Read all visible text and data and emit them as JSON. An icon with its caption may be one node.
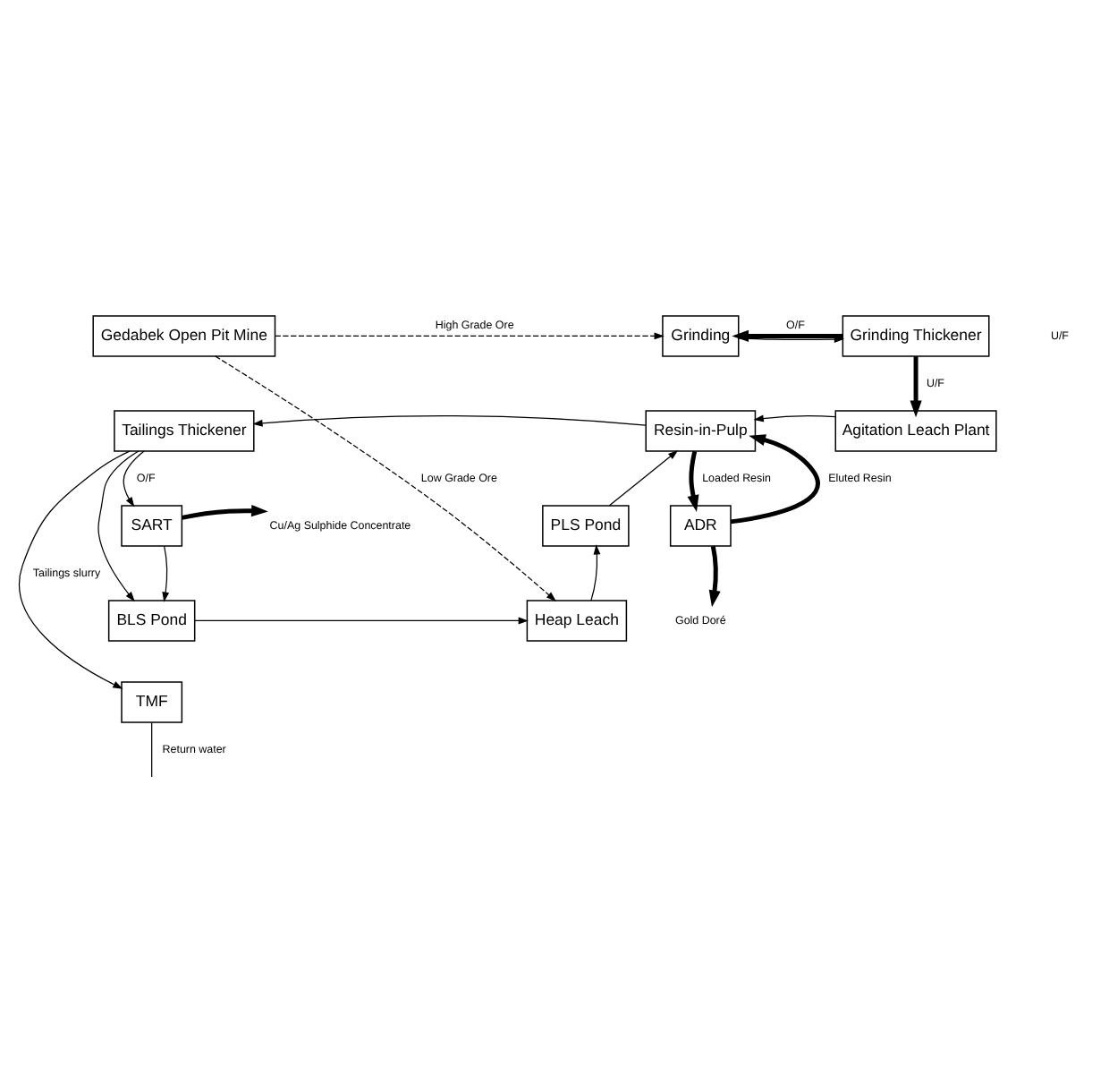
{
  "diagram": {
    "nodes": [
      {
        "text": [
          "Gedabek Open Pit Mine"
        ]
      },
      {
        "text": [
          "Grinding"
        ]
      },
      {
        "text": [
          "Grinding Thickener"
        ]
      },
      {
        "text": [
          "Resin-in-Pulp"
        ]
      },
      {
        "text": [
          "Agitation Leach Plant"
        ]
      },
      {
        "text": [
          "Tailings Thickener"
        ]
      },
      {
        "text": [
          "ADR"
        ]
      },
      {
        "text": [
          "SART"
        ]
      },
      {
        "text": [
          "BLS Pond"
        ]
      },
      {
        "text": [
          "PLS Pond"
        ]
      },
      {
        "text": [
          "Heap Leach"
        ]
      },
      {
        "text": [
          "TMF"
        ]
      },
      {
        "text": [
          "Gold Doré"
        ]
      },
      {
        "text": [
          "Cu/Ag Sulphide Concentrate"
        ]
      }
    ],
    "edges": [
      {
        "from": 0,
        "to": 1,
        "arrow": "to",
        "label": "High Grade Ore",
        "style": "dashed"
      },
      {
        "from": 0,
        "to": 10,
        "arrow": "to",
        "label": "Low Grade Ore",
        "style": "dashed"
      },
      {
        "from": 1,
        "to": 2,
        "arrow": "to"
      },
      {
        "from": 2,
        "to": 1,
        "arrow": "to",
        "label": "O/F",
        "style": "thick"
      },
      {
        "from": 2,
        "to": 4,
        "arrow": "to",
        "label": "U/F",
        "style": "thick"
      },
      {
        "from": 4,
        "to": 3,
        "arrow": "to"
      },
      {
        "from": 9,
        "to": 3,
        "arrow": "to"
      },
      {
        "from": 3,
        "to": 5,
        "arrow": "to"
      },
      {
        "from": 3,
        "to": 6,
        "arrow": "to",
        "label": "Loaded Resin",
        "style": "thick"
      },
      {
        "from": 6,
        "to": 3,
        "arrow": "to",
        "label": "Eluted Resin",
        "style": "thick"
      },
      {
        "from": 6,
        "to": 12,
        "arrow": "to",
        "style": "thick"
      },
      {
        "from": 5,
        "to": 7,
        "arrow": "to",
        "label": "O/F"
      },
      {
        "from": 5,
        "to": 8,
        "arrow": "to"
      },
      {
        "from": 7,
        "to": 13,
        "arrow": "to",
        "style": "thick"
      },
      {
        "from": 7,
        "to": 8,
        "arrow": "to"
      },
      {
        "from": 8,
        "to": 10,
        "arrow": "to"
      },
      {
        "from": 10,
        "to": 9,
        "arrow": "to"
      },
      {
        "from": 5,
        "to": 11,
        "arrow": "to",
        "label": "Tailings slurry"
      },
      {
        "from": 11,
        "to": null,
        "arrow": "none",
        "label": "Return water"
      }
    ],
    "labels": [
      "U/F"
    ]
  }
}
